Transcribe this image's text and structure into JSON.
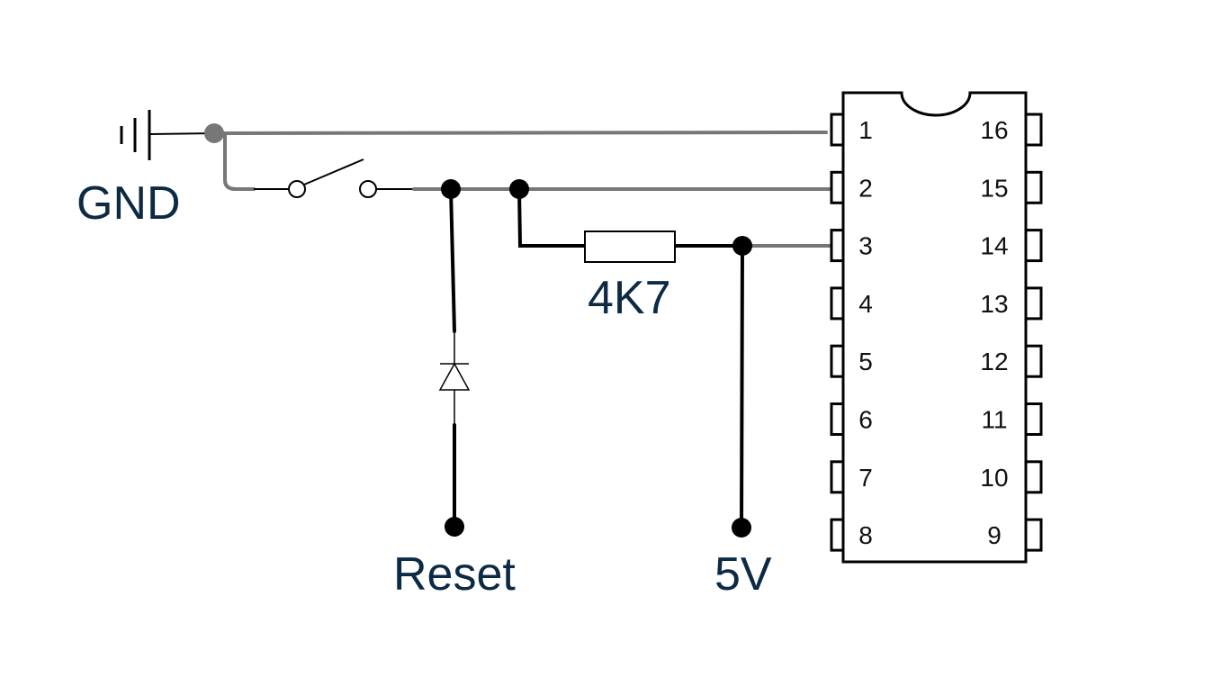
{
  "labels": {
    "gnd": "GND",
    "resistor": "4K7",
    "reset": "Reset",
    "vcc": "5V"
  },
  "ic": {
    "left_pins": [
      "1",
      "2",
      "3",
      "4",
      "5",
      "6",
      "7",
      "8"
    ],
    "right_pins": [
      "16",
      "15",
      "14",
      "13",
      "12",
      "11",
      "10",
      "9"
    ]
  },
  "colors": {
    "label": "#0d2a45",
    "wire_grey": "#777777",
    "wire_black": "#000000",
    "junction_grey": "#777777",
    "junction_black": "#000000"
  }
}
